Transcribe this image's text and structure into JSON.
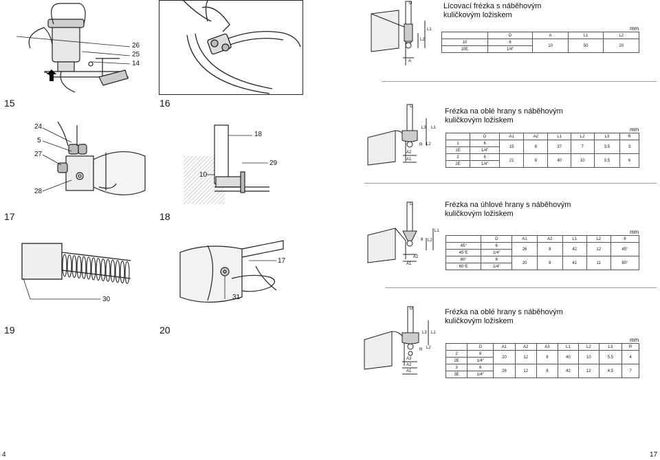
{
  "figures": {
    "fig15": {
      "num": "15",
      "callouts": [
        "26",
        "25",
        "14"
      ]
    },
    "fig16": {
      "num": "16"
    },
    "fig17": {
      "num": "17",
      "callouts": [
        "24",
        "5",
        "27",
        "28"
      ]
    },
    "fig18": {
      "num": "18",
      "callouts": [
        "18",
        "29",
        "10"
      ]
    },
    "fig19": {
      "num": "19",
      "callouts": [
        "30"
      ]
    },
    "fig20": {
      "num": "20",
      "callouts": [
        "17",
        "31"
      ]
    }
  },
  "bits": [
    {
      "title_line1": "Lícovací frézka s náběhovým",
      "title_line2": "kuličkovým ložiskem",
      "unit": "mm",
      "headers": [
        "",
        "D",
        "A",
        "L1",
        "L2"
      ],
      "rows": [
        [
          "10",
          "6",
          "10",
          "50",
          "20"
        ],
        [
          "10E",
          "1/4\"",
          "",
          "",
          ""
        ]
      ],
      "dims": [
        "D",
        "L1",
        "L2",
        "A"
      ]
    },
    {
      "title_line1": "Frézka na oblé hrany s náběhovým",
      "title_line2": "kuličkovým ložiskem",
      "unit": "mm",
      "headers": [
        "",
        "D",
        "A1",
        "A2",
        "L1",
        "L2",
        "L3",
        "R"
      ],
      "rows": [
        [
          "1",
          "6",
          "15",
          "8",
          "37",
          "7",
          "3.5",
          "3"
        ],
        [
          "1E",
          "1/4\"",
          "",
          "",
          "",
          "",
          "",
          ""
        ],
        [
          "2",
          "6",
          "21",
          "8",
          "40",
          "10",
          "3.5",
          "6"
        ],
        [
          "2E",
          "1/4\"",
          "",
          "",
          "",
          "",
          "",
          ""
        ]
      ],
      "dims": [
        "D",
        "L3",
        "L1",
        "R",
        "L2",
        "A2",
        "A1"
      ]
    },
    {
      "title_line1": "Frézka na úhlové hrany s náběhovým",
      "title_line2": "kuličkovým ložiskem",
      "unit": "mm",
      "headers": [
        "",
        "D",
        "A1",
        "A2",
        "L1",
        "L2",
        "θ"
      ],
      "rows": [
        [
          "45°",
          "6",
          "26",
          "8",
          "42",
          "12",
          "45°"
        ],
        [
          "45°E",
          "1/4\"",
          "",
          "",
          "",
          "",
          ""
        ],
        [
          "60°",
          "6",
          "20",
          "8",
          "41",
          "11",
          "60°"
        ],
        [
          "60°E",
          "1/4\"",
          "",
          "",
          "",
          "",
          ""
        ]
      ],
      "dims": [
        "D",
        "L1",
        "L2",
        "θ",
        "A2",
        "A1"
      ]
    },
    {
      "title_line1": "Frézka na oblé hrany s náběhovým",
      "title_line2": "kuličkovým ložiskem",
      "unit": "mm",
      "headers": [
        "",
        "D",
        "A1",
        "A2",
        "A3",
        "L1",
        "L2",
        "L3",
        "R"
      ],
      "rows": [
        [
          "2",
          "6",
          "20",
          "12",
          "8",
          "40",
          "10",
          "5.5",
          "4"
        ],
        [
          "2E",
          "1/4\"",
          "",
          "",
          "",
          "",
          "",
          "",
          ""
        ],
        [
          "3",
          "6",
          "26",
          "12",
          "8",
          "42",
          "12",
          "4.5",
          "7"
        ],
        [
          "3E",
          "1/4\"",
          "",
          "",
          "",
          "",
          "",
          "",
          ""
        ]
      ],
      "dims": [
        "D",
        "L3",
        "L1",
        "R",
        "L2",
        "A3",
        "A2",
        "A1"
      ]
    }
  ],
  "page_numbers": {
    "left": "4",
    "right": "17"
  }
}
